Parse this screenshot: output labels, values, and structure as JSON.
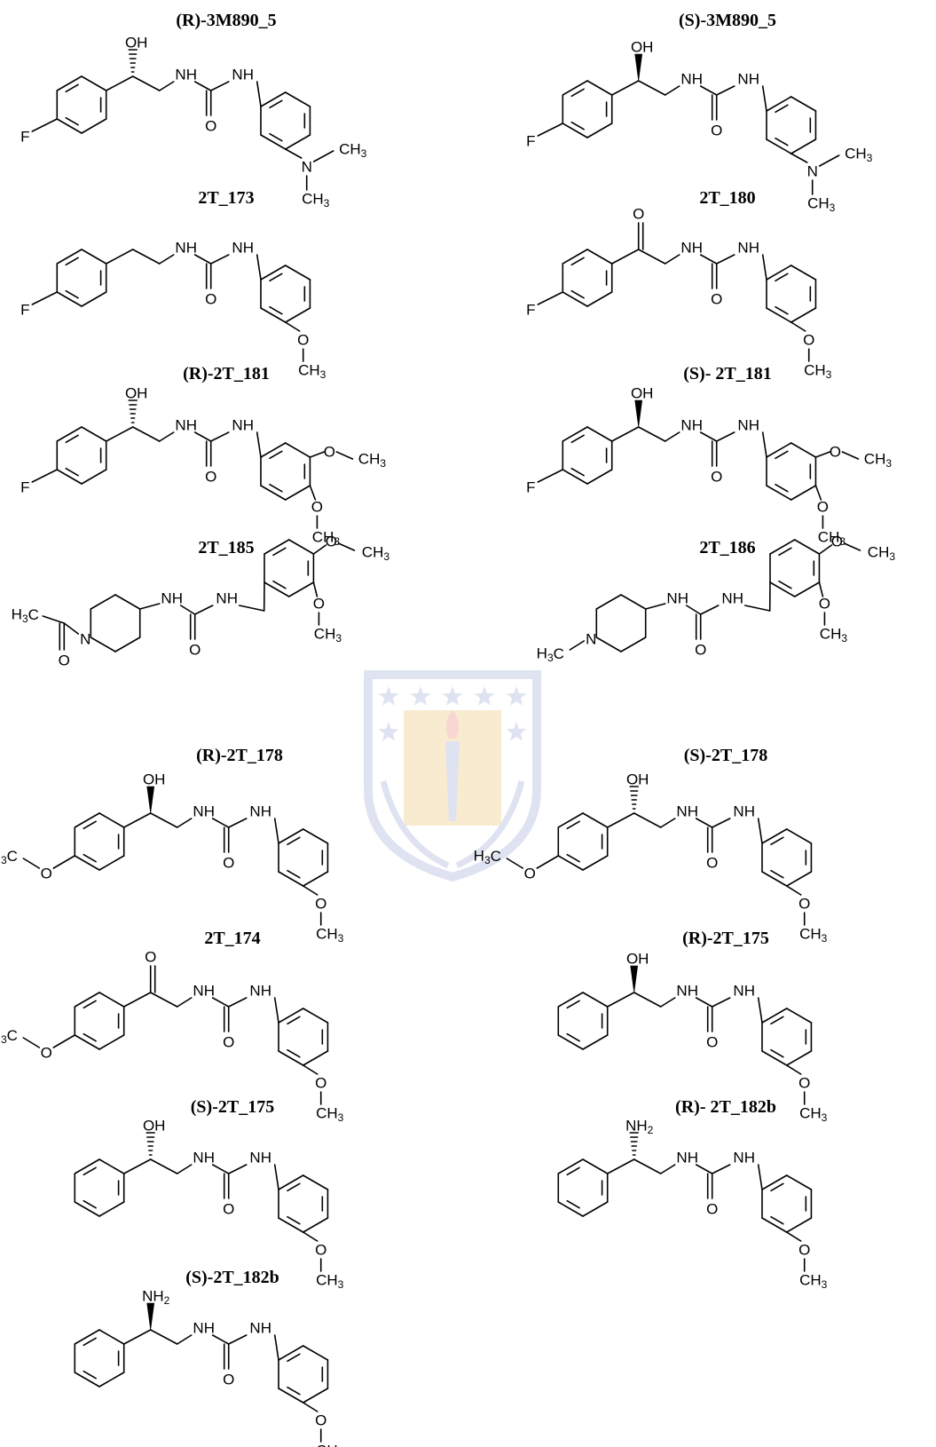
{
  "figure": {
    "compounds": [
      {
        "id": "r-3m890-5",
        "name": "(R)-3M890_5",
        "aryl": "F",
        "link": "ohR",
        "tail": "NMe2"
      },
      {
        "id": "s-3m890-5",
        "name": "(S)-3M890_5",
        "aryl": "F",
        "link": "ohS",
        "tail": "NMe2"
      },
      {
        "id": "2t-173",
        "name": "2T_173",
        "aryl": "F",
        "link": "ch2",
        "tail": "OMe"
      },
      {
        "id": "2t-180",
        "name": "2T_180",
        "aryl": "F",
        "link": "co",
        "tail": "OMe"
      },
      {
        "id": "r-2t-181",
        "name": "(R)-2T_181",
        "aryl": "F",
        "link": "ohR",
        "tail": "diOMe"
      },
      {
        "id": "s-2t-181",
        "name": "(S)- 2T_181",
        "aryl": "F",
        "link": "ohS",
        "tail": "diOMe"
      },
      {
        "id": "2t-185",
        "name": "2T_185",
        "aryl": "AcPip",
        "link": "pip",
        "tail": "benzyl"
      },
      {
        "id": "2t-186",
        "name": "2T_186",
        "aryl": "MePip",
        "link": "pip",
        "tail": "benzyl"
      },
      {
        "id": "r-2t-178",
        "name": "(R)-2T_178",
        "aryl": "OMe",
        "link": "ohS",
        "tail": "OMe"
      },
      {
        "id": "s-2t-178",
        "name": "(S)-2T_178",
        "aryl": "OMe",
        "link": "ohR",
        "tail": "OMe"
      },
      {
        "id": "2t-174",
        "name": "2T_174",
        "aryl": "OMe",
        "link": "co",
        "tail": "OMe"
      },
      {
        "id": "r-2t-175",
        "name": "(R)-2T_175",
        "aryl": "H",
        "link": "ohS",
        "tail": "OMe"
      },
      {
        "id": "s-2t-175",
        "name": "(S)-2T_175",
        "aryl": "H",
        "link": "ohR",
        "tail": "OMe"
      },
      {
        "id": "r-2t-182b",
        "name": "(R)- 2T_182b",
        "aryl": "H",
        "link": "nh2R",
        "tail": "OMe"
      },
      {
        "id": "s-2t-182b",
        "name": "(S)-2T_182b",
        "aryl": "H",
        "link": "nh2S",
        "tail": "OMe"
      }
    ],
    "atom_labels": {
      "F": "F",
      "OH": "OH",
      "NH": "NH",
      "O": "O",
      "N": "N",
      "CH": "CH",
      "C": "C",
      "H": "H",
      "NH2": "NH",
      "sub2": "2",
      "sub3": "3"
    },
    "colors": {
      "ink": "#000000",
      "watermark_blue": "#c5cde6",
      "watermark_gold": "#f3dca8",
      "watermark_red": "#f3b7ae"
    }
  }
}
